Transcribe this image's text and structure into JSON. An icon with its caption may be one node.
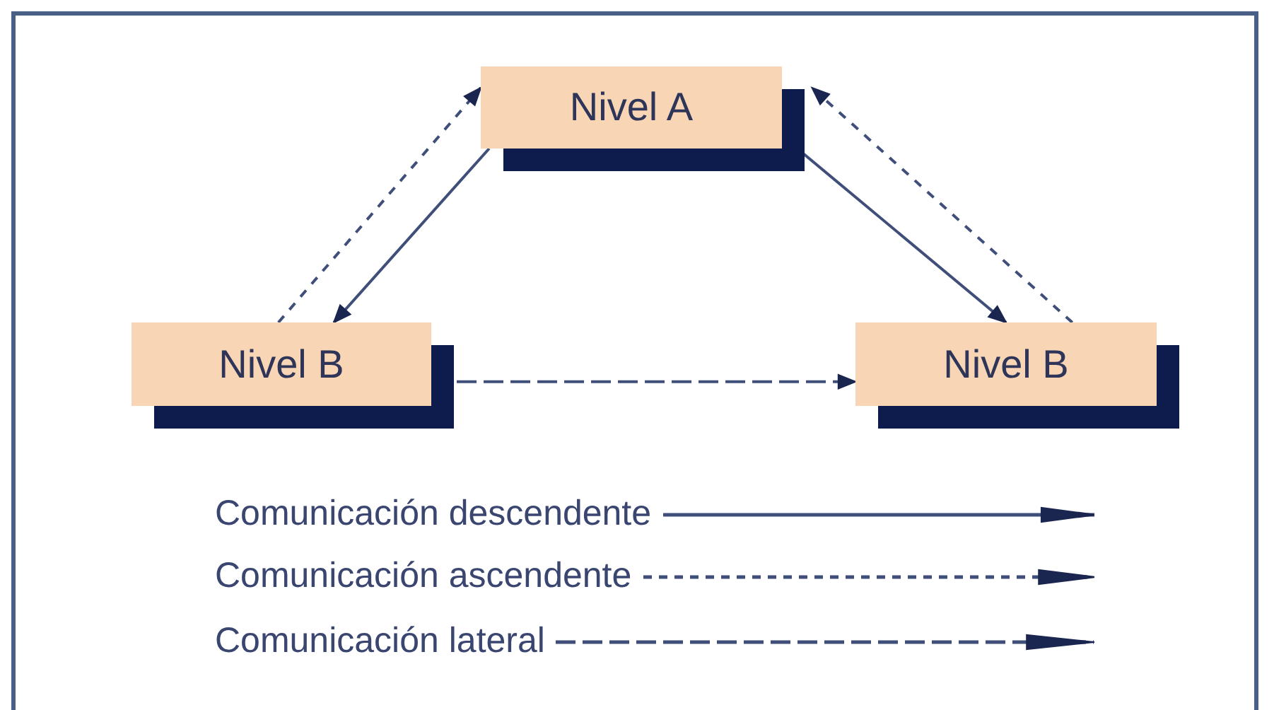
{
  "diagram": {
    "nodes": [
      {
        "text": [
          "Nivel A"
        ]
      },
      {
        "text": [
          "Nivel B"
        ]
      },
      {
        "text": [
          "Nivel B"
        ]
      }
    ],
    "edges": [
      {
        "from": 0,
        "to": 1,
        "arrow": "to"
      },
      {
        "from": 1,
        "to": 0,
        "arrow": "to",
        "style": "dashed"
      },
      {
        "from": 0,
        "to": 2,
        "arrow": "to"
      },
      {
        "from": 2,
        "to": 0,
        "arrow": "to",
        "style": "dashed"
      },
      {
        "from": 1,
        "to": 2,
        "arrow": "to",
        "style": "dashed"
      }
    ],
    "legend": [
      {
        "text": "Comunicación descendente"
      },
      {
        "text": "Comunicación ascendente"
      },
      {
        "text": "Comunicación lateral"
      }
    ]
  }
}
